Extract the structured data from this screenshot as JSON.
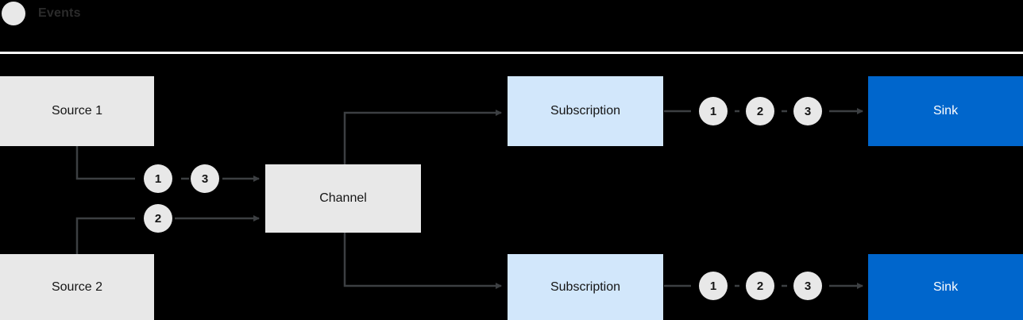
{
  "legend": {
    "dot_icon": "event-dot-icon",
    "label": "Events"
  },
  "diagram": {
    "nodes": [
      {
        "id": "source-1",
        "label": "Source 1"
      },
      {
        "id": "source-2",
        "label": "Source 2"
      },
      {
        "id": "channel",
        "label": "Channel"
      },
      {
        "id": "subscription-1",
        "label": "Subscription"
      },
      {
        "id": "subscription-2",
        "label": "Subscription"
      },
      {
        "id": "sink-1",
        "label": "Sink"
      },
      {
        "id": "sink-2",
        "label": "Sink"
      }
    ],
    "tokens": {
      "source1_out": [
        "1",
        "3"
      ],
      "source2_out": [
        "2"
      ],
      "subscription1_out": [
        "1",
        "2",
        "3"
      ],
      "subscription2_out": [
        "1",
        "2",
        "3"
      ]
    }
  },
  "colors": {
    "background": "#000000",
    "source_fill": "#e8e8e8",
    "channel_fill": "#e8e8e8",
    "subscription_fill": "#d2e7fb",
    "sink_fill": "#0066cc",
    "token_fill": "#e8e8e8",
    "wire": "#3c3f42",
    "divider": "#ffffff",
    "text_dark": "#151515",
    "text_light": "#ffffff",
    "legend_text": "#2b2b2b"
  }
}
